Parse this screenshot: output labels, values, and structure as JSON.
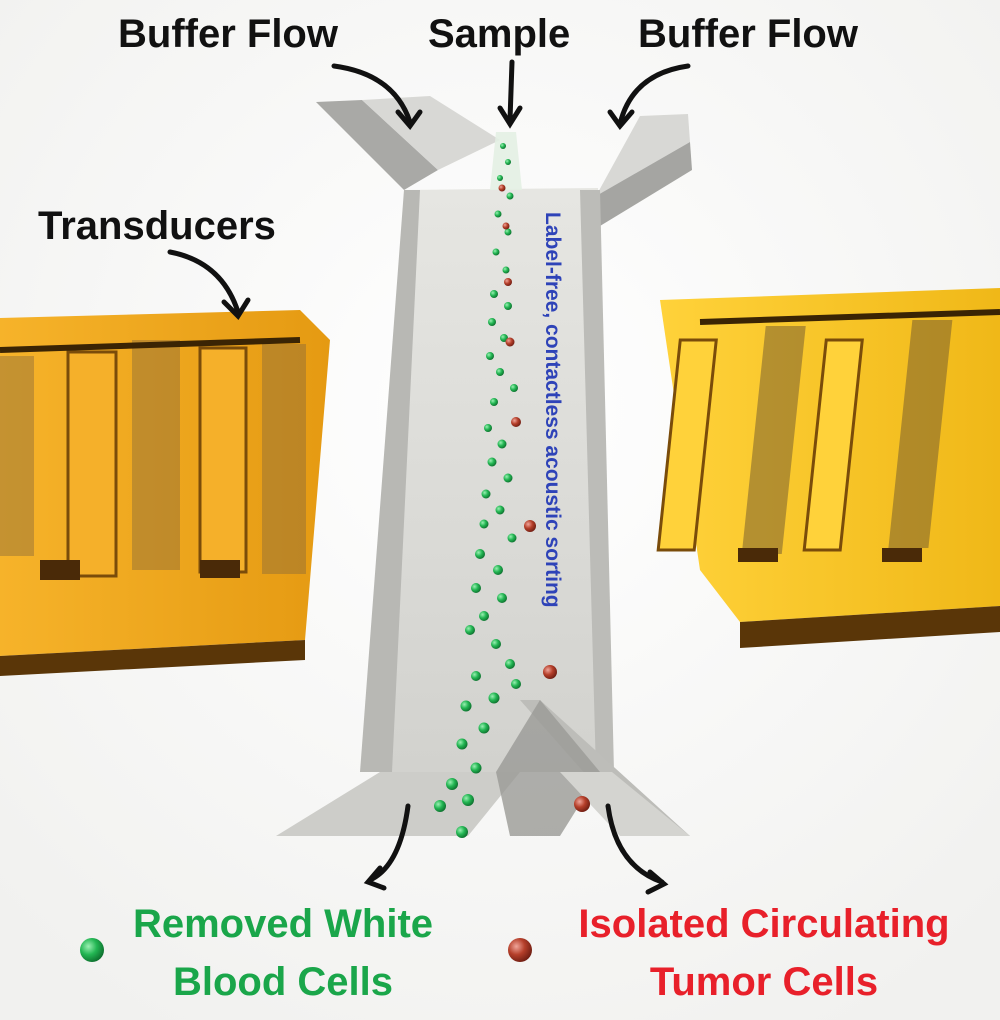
{
  "labels": {
    "buffer_flow_left": "Buffer Flow",
    "sample": "Sample",
    "buffer_flow_right": "Buffer Flow",
    "transducers": "Transducers",
    "channel_text": "Label-free, contactless acoustic sorting",
    "wbc_line1": "Removed White",
    "wbc_line2": "Blood Cells",
    "ctc_line1": "Isolated Circulating",
    "ctc_line2": "Tumor Cells"
  },
  "colors": {
    "gold": "#f2a81a",
    "gold_dark": "#8a5a0d",
    "channel": "#c9c9c9",
    "white_blood_cell": "#1db34f",
    "tumor_cell": "#b8452f",
    "legend_green": "#1aa64a",
    "legend_red": "#e8202a",
    "channel_text": "#2e43b8"
  }
}
